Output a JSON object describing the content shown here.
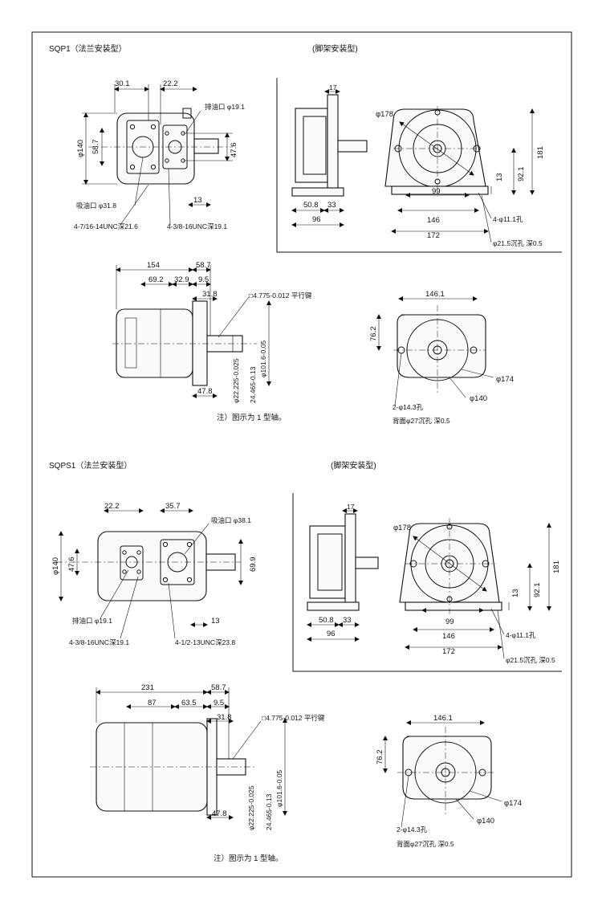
{
  "sqp1": {
    "title": "SQP1（法兰安装型）",
    "foot_title": "(脚架安装型)",
    "front": {
      "d_30_1": "30.1",
      "d_22_2": "22.2",
      "d_140": "φ140",
      "d_58_7": "58.7",
      "d_47_6": "47.6",
      "d_13": "13",
      "outlet": "排油口  φ19.1",
      "inlet": "吸油口  φ31.8",
      "bolt_a": "4-7/16-14UNC深21.6",
      "bolt_b": "4-3/8-16UNC深19.1"
    },
    "foot_side": {
      "d_17": "17",
      "d_50_8": "50.8",
      "d_33": "33",
      "d_96": "96"
    },
    "foot_end": {
      "d_178": "φ178",
      "d_181": "181",
      "d_92_1": "92.1",
      "d_13": "13",
      "d_99": "99",
      "d_146": "146",
      "d_172": "172",
      "hole": "4-φ11.1孔",
      "counterbore": "φ21.5沉孔 深0.5"
    },
    "shaft_side": {
      "d_154": "154",
      "d_58_7": "58.7",
      "d_69_2": "69.2",
      "d_32_9": "32.9",
      "d_9_5": "9.5",
      "d_31_8": "31.8",
      "key": "□4.775-0.012 平行键",
      "d_47_8": "47.8",
      "d_22_225": "φ22.225-0.025",
      "d_24_465": "24.465-0.13",
      "d_101_6": "φ101.6-0.05"
    },
    "flange_end": {
      "d_146_1": "146.1",
      "d_76_2": "76.2",
      "d_174": "φ174",
      "d_140": "φ140",
      "hole": "2-φ14.3孔",
      "counterbore": "背面φ27沉孔 深0.5"
    },
    "note": "注）图示为 1 型轴。"
  },
  "sqps1": {
    "title": "SQPS1（法兰安装型）",
    "foot_title": "(脚架安装型)",
    "front": {
      "d_22_2": "22.2",
      "d_35_7": "35.7",
      "d_140": "φ140",
      "d_47_6": "47.6",
      "d_69_9": "69.9",
      "d_13": "13",
      "inlet": "吸油口  φ38.1",
      "outlet": "排油口  φ19.1",
      "bolt_a": "4-3/8-16UNC深19.1",
      "bolt_b": "4-1/2-13UNC深23.8"
    },
    "foot_side": {
      "d_17": "17",
      "d_50_8": "50.8",
      "d_33": "33",
      "d_96": "96"
    },
    "foot_end": {
      "d_178": "φ178",
      "d_181": "181",
      "d_92_1": "92.1",
      "d_13": "13",
      "d_99": "99",
      "d_146": "146",
      "d_172": "172",
      "hole": "4-φ11.1孔",
      "counterbore": "φ21.5沉孔 深0.5"
    },
    "shaft_side": {
      "d_231": "231",
      "d_58_7": "58.7",
      "d_87": "87",
      "d_63_5": "63.5",
      "d_9_5": "9.5",
      "d_31_8": "31.8",
      "key": "□4.775-0.012 平行键",
      "d_47_8": "47.8",
      "d_22_225": "φ22.225-0.025",
      "d_24_465": "24.465-0.13",
      "d_101_6": "φ101.6-0.05"
    },
    "flange_end": {
      "d_146_1": "146.1",
      "d_76_2": "76.2",
      "d_174": "φ174",
      "d_140": "φ140",
      "hole": "2-φ14.3孔",
      "counterbore": "背面φ27沉孔 深0.5"
    },
    "note": "注）图示为 1 型轴。"
  }
}
